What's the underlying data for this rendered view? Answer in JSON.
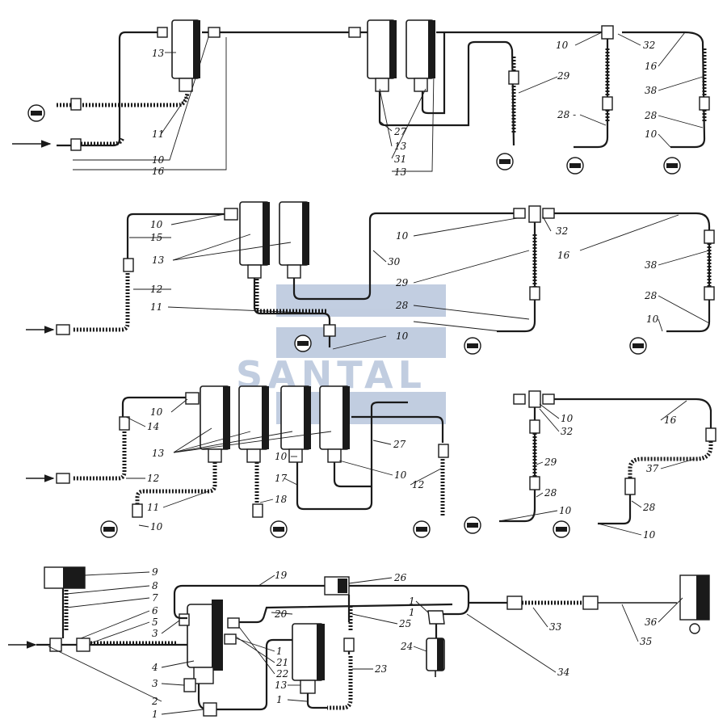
{
  "colors": {
    "ink": "#1a1a1a",
    "watermark": "#8fa6c8",
    "background": "#ffffff"
  },
  "watermark": {
    "text": "SANTAL"
  },
  "diagram1": {
    "labels": [
      {
        "id": "d1-13a",
        "text": "13"
      },
      {
        "id": "d1-11",
        "text": "11"
      },
      {
        "id": "d1-10a",
        "text": "10"
      },
      {
        "id": "d1-16a",
        "text": "16"
      },
      {
        "id": "d1-27",
        "text": "27"
      },
      {
        "id": "d1-13b",
        "text": "13"
      },
      {
        "id": "d1-31",
        "text": "31"
      },
      {
        "id": "d1-13c",
        "text": "13"
      },
      {
        "id": "d1-29",
        "text": "29"
      },
      {
        "id": "d1-10b",
        "text": "10"
      },
      {
        "id": "d1-32",
        "text": "32"
      },
      {
        "id": "d1-16b",
        "text": "16"
      },
      {
        "id": "d1-38",
        "text": "38"
      },
      {
        "id": "d1-28a",
        "text": "28 -"
      },
      {
        "id": "d1-28b",
        "text": "28"
      },
      {
        "id": "d1-10c",
        "text": "10"
      }
    ]
  },
  "diagram2": {
    "labels": [
      {
        "id": "d2-10a",
        "text": "10"
      },
      {
        "id": "d2-15",
        "text": "15"
      },
      {
        "id": "d2-13",
        "text": "13"
      },
      {
        "id": "d2-12",
        "text": "12"
      },
      {
        "id": "d2-11",
        "text": "11"
      },
      {
        "id": "d2-10b",
        "text": "10"
      },
      {
        "id": "d2-30",
        "text": "30"
      },
      {
        "id": "d2-29",
        "text": "29"
      },
      {
        "id": "d2-28a",
        "text": "28"
      },
      {
        "id": "d2-10c",
        "text": "10"
      },
      {
        "id": "d2-32",
        "text": "32"
      },
      {
        "id": "d2-16",
        "text": "16"
      },
      {
        "id": "d2-38",
        "text": "38"
      },
      {
        "id": "d2-28b",
        "text": "28"
      },
      {
        "id": "d2-10d",
        "text": "10"
      }
    ]
  },
  "diagram3": {
    "labels": [
      {
        "id": "d3-10a",
        "text": "10"
      },
      {
        "id": "d3-14",
        "text": "14"
      },
      {
        "id": "d3-13",
        "text": "13"
      },
      {
        "id": "d3-12a",
        "text": "12"
      },
      {
        "id": "d3-11",
        "text": "11"
      },
      {
        "id": "d3-10b",
        "text": "10"
      },
      {
        "id": "d3-18",
        "text": "18"
      },
      {
        "id": "d3-10c",
        "text": "10"
      },
      {
        "id": "d3-17",
        "text": "17"
      },
      {
        "id": "d3-27",
        "text": "27"
      },
      {
        "id": "d3-10d",
        "text": "10"
      },
      {
        "id": "d3-12b",
        "text": "12"
      },
      {
        "id": "d3-10e",
        "text": "10"
      },
      {
        "id": "d3-32",
        "text": "32"
      },
      {
        "id": "d3-29",
        "text": "29"
      },
      {
        "id": "d3-28a",
        "text": "28"
      },
      {
        "id": "d3-10f",
        "text": "10"
      },
      {
        "id": "d3-16",
        "text": "16"
      },
      {
        "id": "d3-37",
        "text": "37"
      },
      {
        "id": "d3-28b",
        "text": "28"
      },
      {
        "id": "d3-10g",
        "text": "10"
      }
    ]
  },
  "diagram4": {
    "labels": [
      {
        "id": "d4-9",
        "text": "9"
      },
      {
        "id": "d4-8",
        "text": "8"
      },
      {
        "id": "d4-7",
        "text": "7"
      },
      {
        "id": "d4-6",
        "text": "6"
      },
      {
        "id": "d4-5",
        "text": "5"
      },
      {
        "id": "d4-3a",
        "text": "3"
      },
      {
        "id": "d4-4",
        "text": "4"
      },
      {
        "id": "d4-3b",
        "text": "3"
      },
      {
        "id": "d4-2",
        "text": "2"
      },
      {
        "id": "d4-1a",
        "text": "1"
      },
      {
        "id": "d4-19",
        "text": "19"
      },
      {
        "id": "d4-26",
        "text": "26"
      },
      {
        "id": "d4-20",
        "text": "20"
      },
      {
        "id": "d4-1b",
        "text": "1"
      },
      {
        "id": "d4-25",
        "text": "25"
      },
      {
        "id": "d4-1c",
        "text": "1"
      },
      {
        "id": "d4-21",
        "text": "21"
      },
      {
        "id": "d4-22",
        "text": "22"
      },
      {
        "id": "d4-13",
        "text": "13"
      },
      {
        "id": "d4-1d",
        "text": "1"
      },
      {
        "id": "d4-24",
        "text": "24"
      },
      {
        "id": "d4-23",
        "text": "23"
      },
      {
        "id": "d4-1e",
        "text": "1"
      },
      {
        "id": "d4-33",
        "text": "33"
      },
      {
        "id": "d4-34",
        "text": "34"
      },
      {
        "id": "d4-35",
        "text": "35"
      },
      {
        "id": "d4-36",
        "text": "36"
      }
    ]
  }
}
